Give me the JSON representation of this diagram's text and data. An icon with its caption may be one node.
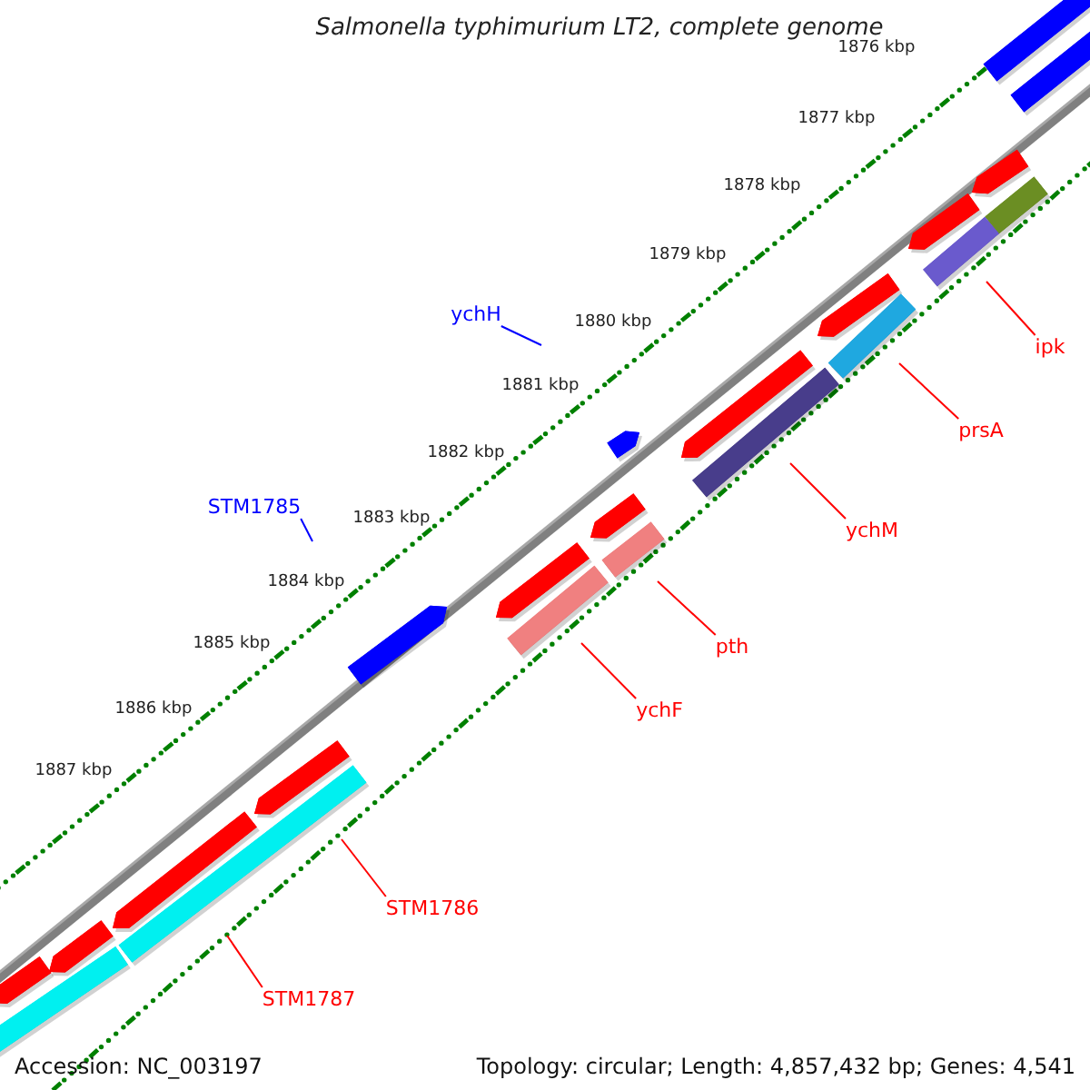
{
  "diagram": {
    "title": "Salmonella typhimurium LT2, complete genome",
    "nodes": [
      {
        "text": [
          "ychH"
        ]
      },
      {
        "text": [
          "STM1785"
        ]
      },
      {
        "text": [
          "ipk"
        ]
      },
      {
        "text": [
          "prsA"
        ]
      },
      {
        "text": [
          "ychM"
        ]
      },
      {
        "text": [
          "pth"
        ]
      },
      {
        "text": [
          "ychF"
        ]
      },
      {
        "text": [
          "STM1786"
        ]
      },
      {
        "text": [
          "STM1787"
        ]
      }
    ],
    "edges": [
      {
        "from": 0,
        "to": null,
        "arrow": "none",
        "color": "#0000ff"
      },
      {
        "from": 1,
        "to": null,
        "arrow": "none",
        "color": "#0000ff"
      },
      {
        "from": 2,
        "to": null,
        "arrow": "none"
      },
      {
        "from": 3,
        "to": null,
        "arrow": "none"
      },
      {
        "from": 4,
        "to": null,
        "arrow": "none"
      },
      {
        "from": 5,
        "to": null,
        "arrow": "none"
      },
      {
        "from": 6,
        "to": null,
        "arrow": "none"
      },
      {
        "from": 7,
        "to": null,
        "arrow": "none"
      },
      {
        "from": 8,
        "to": null,
        "arrow": "none"
      }
    ],
    "labels": [
      "1876 kbp",
      "1877 kbp",
      "1878 kbp",
      "1879 kbp",
      "1880 kbp",
      "1881 kbp",
      "1882 kbp",
      "1883 kbp",
      "1884 kbp",
      "1885 kbp",
      "1886 kbp",
      "1887 kbp",
      "Accession: NC_003197",
      "Topology: circular; Length: 4,857,432 bp; Genes: 4,541"
    ]
  }
}
